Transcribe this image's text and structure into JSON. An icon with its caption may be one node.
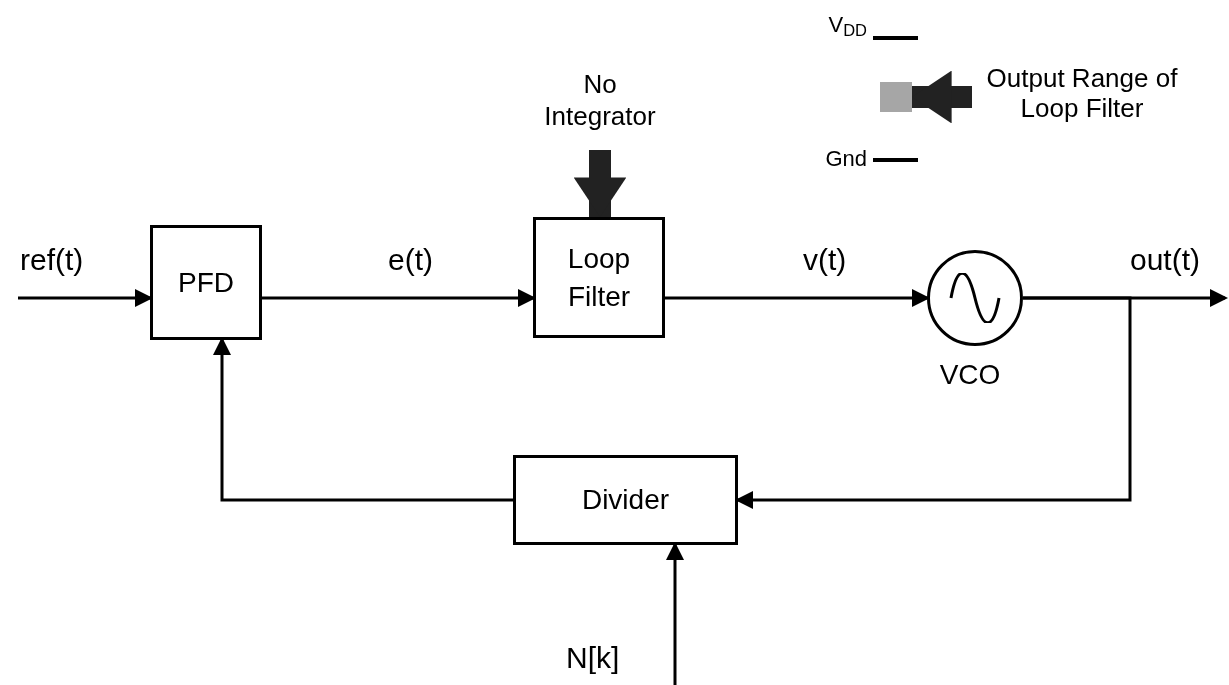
{
  "diagram": {
    "nodes": [
      {
        "text": [
          "PFD"
        ]
      },
      {
        "text": [
          "Loop Filter"
        ]
      },
      {
        "text": [],
        "shape": "circle",
        "beside": [
          "VCO"
        ]
      },
      {
        "text": [
          "Divider"
        ]
      },
      {
        "text": [
          "No Integrator"
        ]
      },
      {
        "text": [],
        "shape": "box"
      },
      {
        "text": [
          "Output Range of Loop Filter"
        ]
      }
    ],
    "edges": [
      {
        "from": null,
        "to": 0,
        "arrow": "to",
        "label": "ref(t)"
      },
      {
        "from": 0,
        "to": 1,
        "arrow": "to",
        "label": "e(t)"
      },
      {
        "from": 1,
        "to": 2,
        "arrow": "to",
        "label": "v(t)"
      },
      {
        "from": 2,
        "to": null,
        "arrow": "to",
        "label": "out(t)"
      },
      {
        "from": 2,
        "to": 3,
        "arrow": "to"
      },
      {
        "from": 3,
        "to": 0,
        "arrow": "to"
      },
      {
        "from": null,
        "to": 3,
        "arrow": "to",
        "label": "N[k]"
      },
      {
        "from": 4,
        "to": 1,
        "arrow": "to",
        "style": "thick"
      },
      {
        "from": 6,
        "to": 5,
        "arrow": "to",
        "style": "thick"
      }
    ],
    "labels": [
      "V$_{DD}$",
      "Gnd"
    ]
  }
}
